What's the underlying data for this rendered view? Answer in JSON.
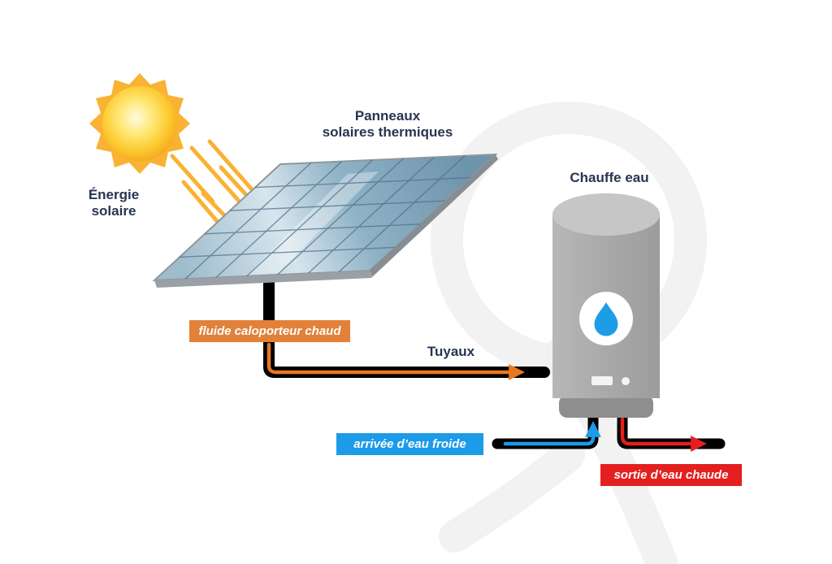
{
  "labels": {
    "solar_energy": [
      "Énergie",
      "solaire"
    ],
    "solar_panels": [
      "Panneaux",
      "solaires thermiques"
    ],
    "water_heater": "Chauffe eau",
    "pipes": "Tuyaux",
    "hot_fluid": "fluide caloporteur chaud",
    "cold_water_inlet": "arrivée d’eau froide",
    "hot_water_outlet": "sortie d’eau chaude"
  },
  "colors": {
    "label_text": "#263550",
    "hot_fluid_tag_bg": "#e2813a",
    "cold_water_tag_bg": "#1c9be8",
    "hot_water_tag_bg": "#e31f1f",
    "pipe": "#000000",
    "hot_fluid_arrow": "#e87722",
    "cold_water_arrow": "#1c9be8",
    "hot_water_arrow": "#e31f1f",
    "sun": "#f9b233",
    "panel": "#7d9fb5",
    "heater_body": "#a6a6a6",
    "water_drop": "#1e9ce6",
    "watermark": "#f2f2f2"
  },
  "icons": {
    "sun": "sun-icon",
    "water_drop": "water-drop-icon"
  }
}
